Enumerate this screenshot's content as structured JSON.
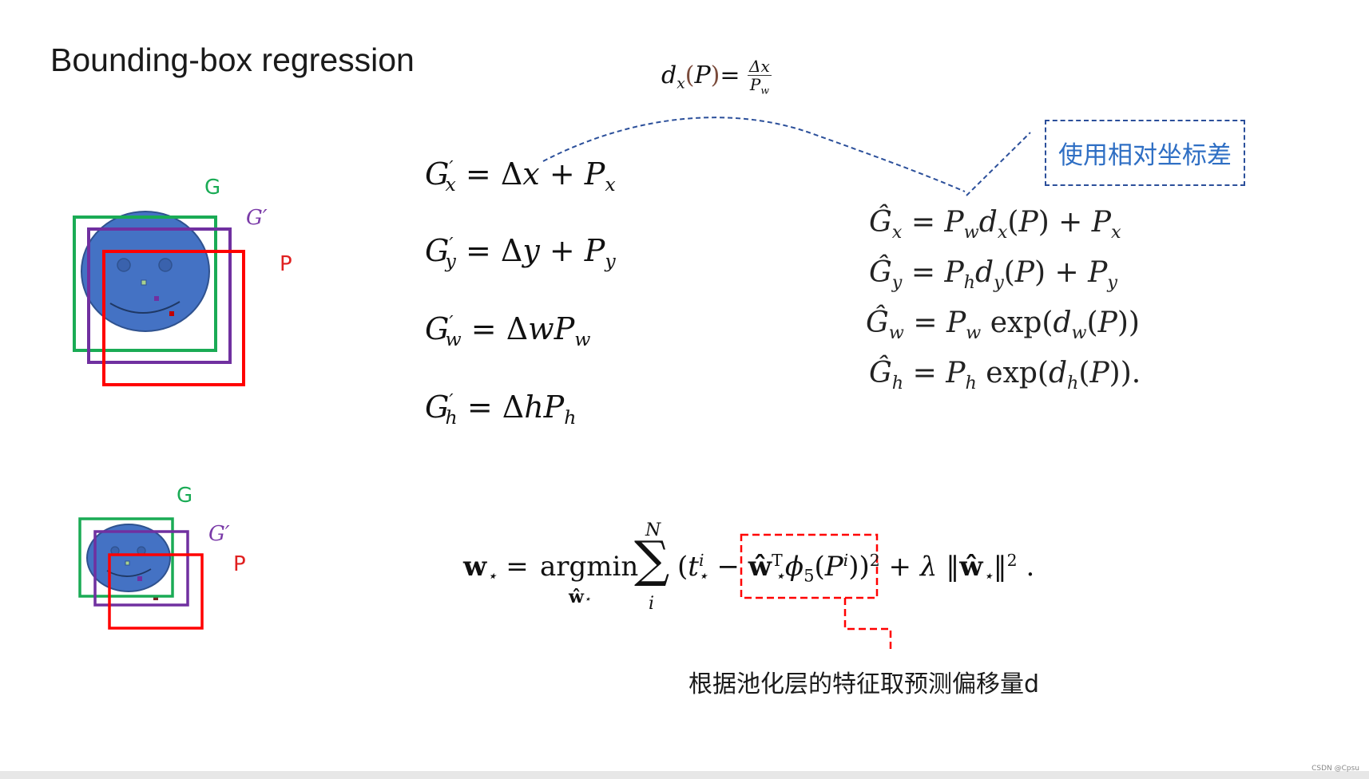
{
  "title": "Bounding-box regression",
  "labels": {
    "g": "G",
    "g_prime": "G′",
    "p": "P"
  },
  "colors": {
    "ground_truth": "#1aab55",
    "prediction": "#7a3aa8",
    "proposal": "#e02020",
    "face": "#4472c4",
    "note_text": "#2f6fc4"
  },
  "top_formula": "dx(P) = Δx / Pw",
  "left_equations": [
    "G′x = Δx + Px",
    "G′y = Δy + Py",
    "G′w = ΔwPw",
    "G′h = ΔhPh"
  ],
  "right_equations": [
    "Ĝx = Pw dx(P) + Px",
    "Ĝy = Ph dy(P) + Py",
    "Ĝw = Pw exp(dw(P))",
    "Ĝh = Ph exp(dh(P))."
  ],
  "note": "使用相对坐标差",
  "objective": "w⋆ = argmin_ŵ⋆ Σ_i^N (t⋆^i − ŵ⋆ᵀ φ5(P^i))² + λ‖ŵ⋆‖² .",
  "caption": "根据池化层的特征取预测偏移量d",
  "watermark": "CSDN @Cpsu"
}
